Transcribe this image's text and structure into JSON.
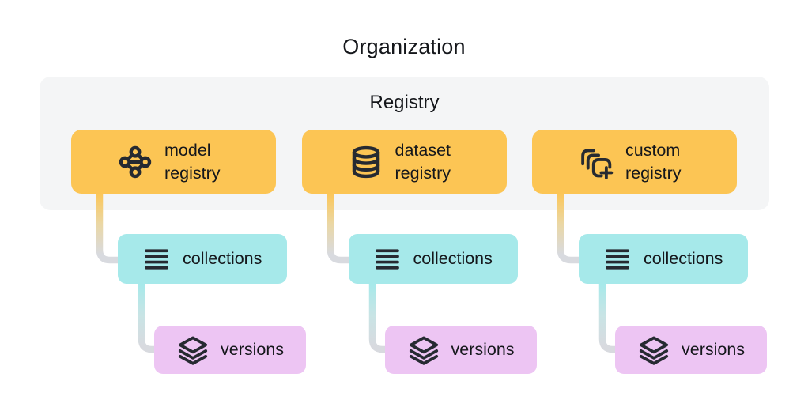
{
  "title": "Organization",
  "registry_panel": {
    "label": "Registry"
  },
  "colors": {
    "background": "#FFFFFF",
    "gold": "#FCC554",
    "teal": "#A6E9EA",
    "purple": "#EDC5F3",
    "panel_bg": "#F4F5F6",
    "connector_gray": "#D8DADF",
    "gold_fade_mid": "#EBD7A3",
    "teal_fade_mid": "#C8E4E5",
    "icon_dark": "#262A31",
    "text_dark": "#15171B"
  },
  "columns": [
    {
      "registry": {
        "line1": "model",
        "line2": "registry",
        "icon": "model-graph-icon"
      },
      "collections": {
        "label": "collections",
        "icon": "list-lines-icon"
      },
      "versions": {
        "label": "versions",
        "icon": "layers-stack-icon"
      }
    },
    {
      "registry": {
        "line1": "dataset",
        "line2": "registry",
        "icon": "database-icon"
      },
      "collections": {
        "label": "collections",
        "icon": "list-lines-icon"
      },
      "versions": {
        "label": "versions",
        "icon": "layers-stack-icon"
      }
    },
    {
      "registry": {
        "line1": "custom",
        "line2": "registry",
        "icon": "copy-plus-icon"
      },
      "collections": {
        "label": "collections",
        "icon": "list-lines-icon"
      },
      "versions": {
        "label": "versions",
        "icon": "layers-stack-icon"
      }
    }
  ]
}
